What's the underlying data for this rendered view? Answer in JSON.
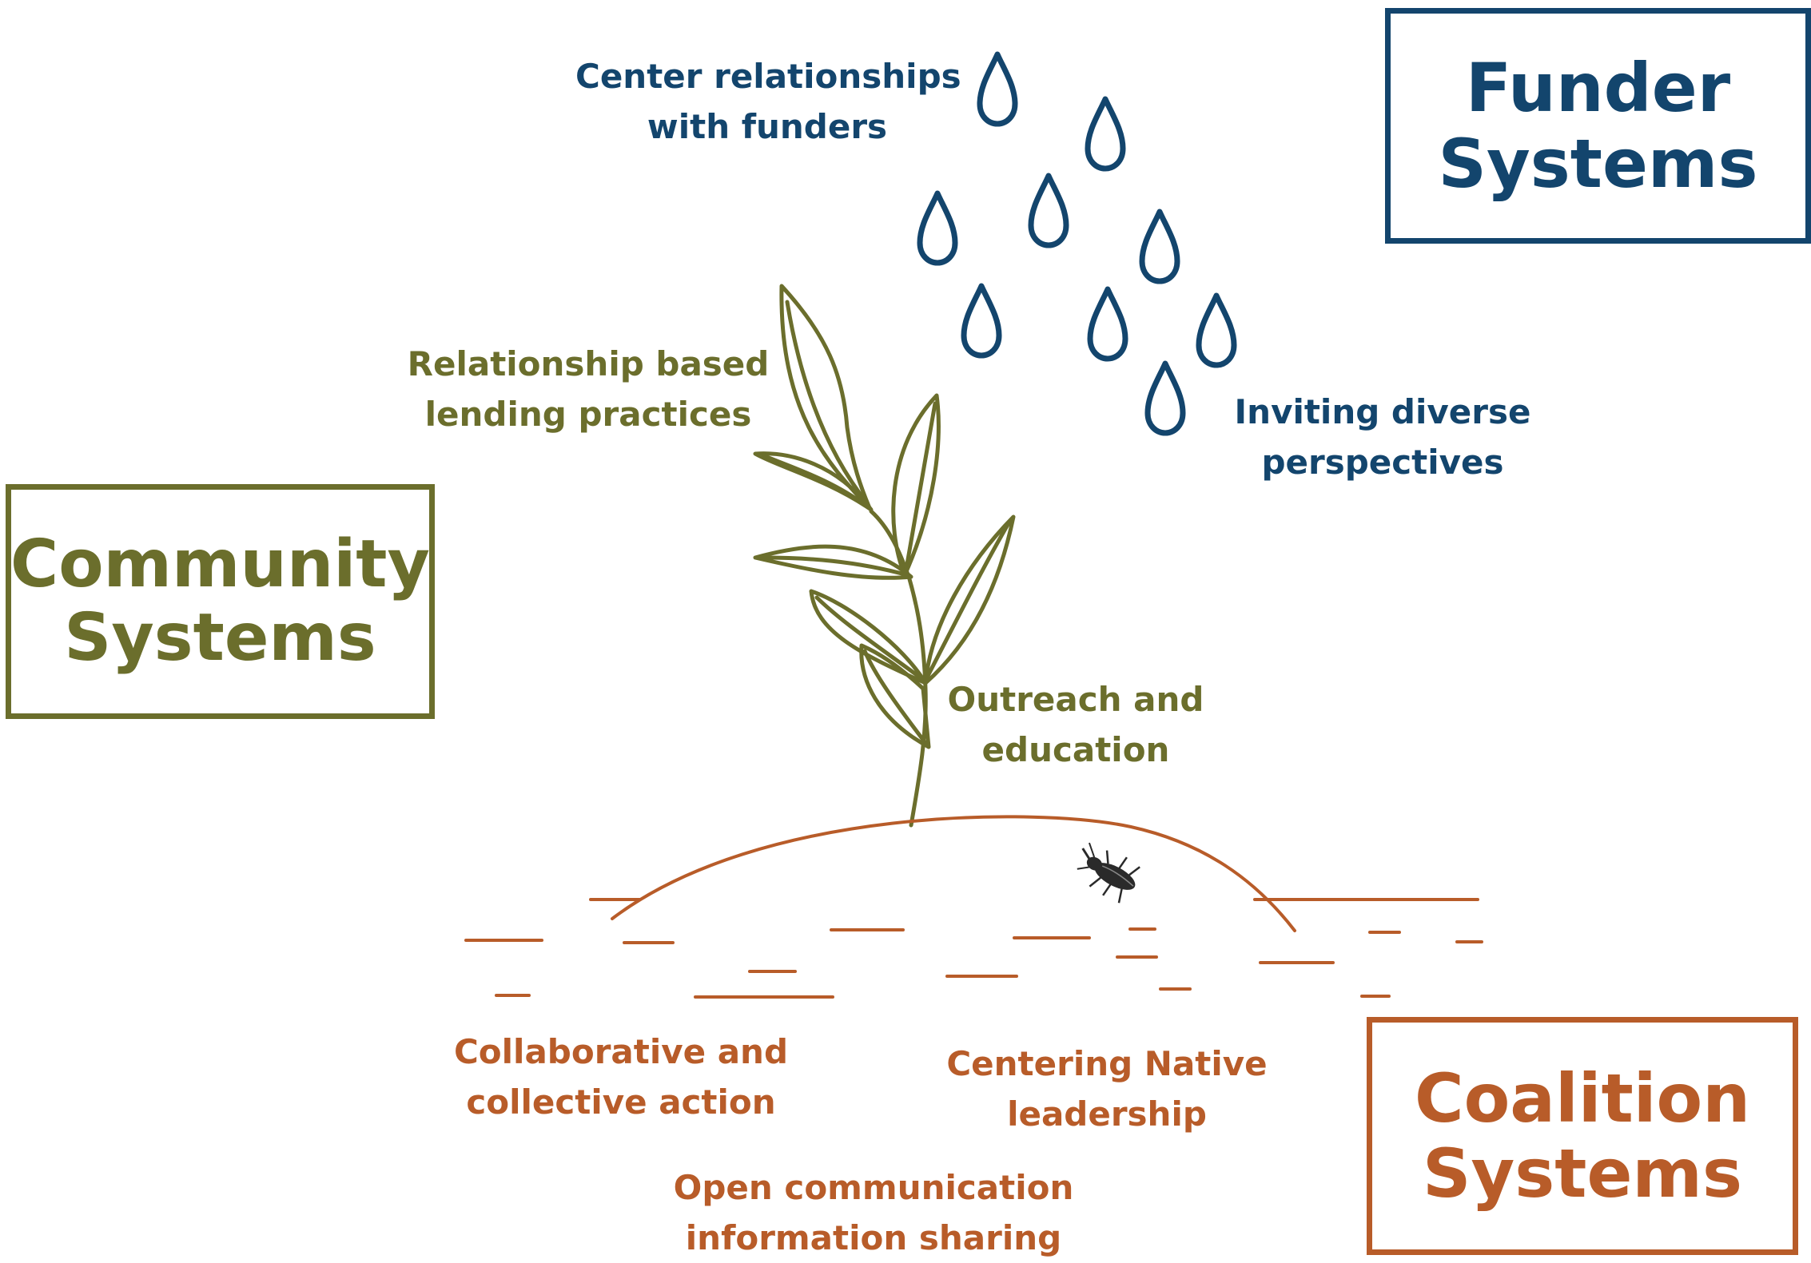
{
  "colors": {
    "funder": "#13456d",
    "community": "#6b6e2c",
    "coalition": "#b85c29"
  },
  "boxes": {
    "funder": {
      "line1": "Funder",
      "line2": "Systems"
    },
    "community": {
      "line1": "Community",
      "line2": "Systems"
    },
    "coalition": {
      "line1": "Coalition",
      "line2": "Systems"
    }
  },
  "labels": {
    "center_relationships": {
      "line1": "Center relationships",
      "line2": "with funders"
    },
    "inviting_diverse": {
      "line1": "Inviting diverse",
      "line2": "perspectives"
    },
    "relationship_lending": {
      "line1": "Relationship based",
      "line2": "lending practices"
    },
    "outreach": {
      "line1": "Outreach and",
      "line2": "education"
    },
    "collaborative": {
      "line1": "Collaborative and",
      "line2": "collective action"
    },
    "centering_native": {
      "line1": "Centering Native",
      "line2": "leadership"
    },
    "open_communication": {
      "line1": "Open communication",
      "line2": "information sharing"
    }
  },
  "icons": {
    "raindrop": "raindrop-icon",
    "plant": "plant-icon",
    "beetle": "beetle-icon"
  }
}
